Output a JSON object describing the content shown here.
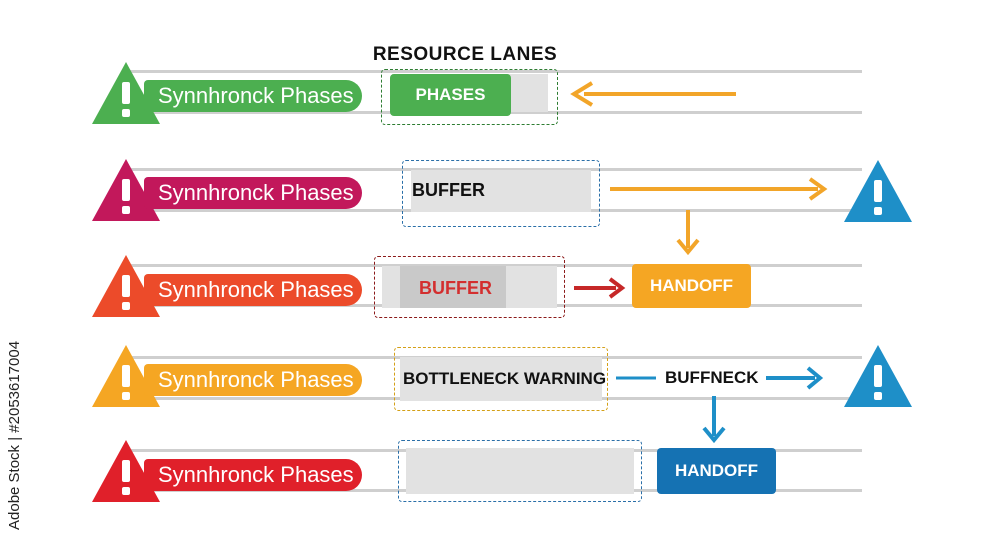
{
  "diagram": {
    "title": "RESOURCE LANES",
    "colors": {
      "green": "#4caf50",
      "crimson": "#c2185b",
      "red_orange": "#ec4b2a",
      "amber": "#f5a623",
      "red": "#e0202a",
      "blue": "#1e8fc8",
      "dark_blue": "#1572b3",
      "orange_arrow": "#f2a529",
      "dark_red": "#c62828",
      "lane_gray": "#cfcfcf"
    },
    "rows": [
      {
        "phase_label": "Synnhronck Phases",
        "color": "green",
        "warning_icon": "warning-triangle-icon"
      },
      {
        "phase_label": "Synnhronck Phases",
        "color": "crimson",
        "warning_icon": "warning-triangle-icon"
      },
      {
        "phase_label": "Synnhronck Phases",
        "color": "red_orange",
        "warning_icon": "warning-triangle-icon"
      },
      {
        "phase_label": "Synnhronck Phases",
        "color": "amber",
        "warning_icon": "warning-triangle-icon"
      },
      {
        "phase_label": "Synnhronck Phases",
        "color": "red",
        "warning_icon": "warning-triangle-icon"
      }
    ],
    "blocks": {
      "phases": "PHASES",
      "buffer_1": "BUFFER",
      "buffer_2": "BUFFER",
      "handoff_1": "HANDOFF",
      "bottleneck_warning": "BOTTLENECK WARNING",
      "buffneck": "BUFFNECK",
      "handoff_2": "HANDOFF"
    }
  },
  "watermark": "Adobe Stock | #2053617004"
}
